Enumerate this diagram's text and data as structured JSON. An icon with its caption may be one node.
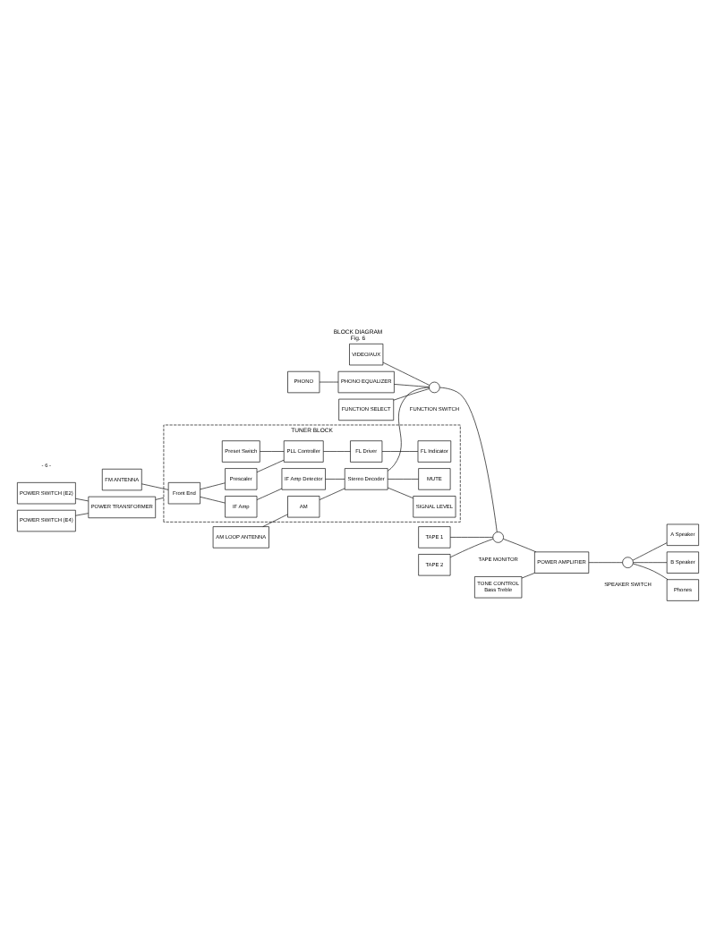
{
  "diagram": {
    "title": "BLOCK DIAGRAM",
    "caption": "Fig. 6",
    "nodes": [
      {
        "text": [
          "A Speaker"
        ]
      },
      {
        "text": [
          "B Speaker"
        ]
      },
      {
        "text": [
          "Phones"
        ]
      },
      {
        "text": [],
        "shape": "circle",
        "beside": [
          "SPEAKER SWITCH"
        ]
      },
      {
        "text": [
          "POWER AMPLIFIER"
        ]
      },
      {
        "text": [
          "TONE CONTROL",
          "Bass Treble"
        ]
      },
      {
        "text": [],
        "shape": "circle",
        "beside": [
          "TAPE MONITOR"
        ]
      },
      {
        "text": [],
        "shape": "circle",
        "beside": [
          "FUNCTION SWITCH"
        ]
      },
      {
        "text": [
          "PHONO EQUALIZER"
        ]
      },
      {
        "text": [
          "FUNCTION SELECT"
        ]
      },
      {
        "text": [
          "TAPE 1"
        ]
      },
      {
        "text": [
          "TAPE 2"
        ]
      },
      {
        "text": [
          "VIDEO/AUX"
        ]
      },
      {
        "text": [
          "PHONO"
        ]
      },
      {
        "text": [
          "TUNER BLOCK"
        ]
      },
      {
        "text": [
          "FM ANTENNA"
        ]
      },
      {
        "text": [
          "AM LOOP ANTENNA"
        ]
      },
      {
        "text": [
          "Front End"
        ],
        "in": 14
      },
      {
        "text": [
          "IF Amp"
        ],
        "in": 14
      },
      {
        "text": [
          "IF Amp Detector"
        ],
        "in": 14
      },
      {
        "text": [
          "Stereo Decoder"
        ],
        "in": 14
      },
      {
        "text": [
          "AM"
        ],
        "in": 14
      },
      {
        "text": [
          "PLL Controller"
        ],
        "in": 14
      },
      {
        "text": [
          "Prescaler"
        ],
        "in": 14
      },
      {
        "text": [
          "FL Driver"
        ],
        "in": 14
      },
      {
        "text": [
          "FL Indicator"
        ],
        "in": 14
      },
      {
        "text": [
          "MUTE"
        ],
        "in": 14
      },
      {
        "text": [
          "SIGNAL LEVEL"
        ],
        "in": 14
      },
      {
        "text": [
          "Preset Switch"
        ],
        "in": 14
      },
      {
        "text": [
          "POWER TRANSFORMER"
        ]
      },
      {
        "text": [
          "POWER SWITCH (E2)"
        ]
      },
      {
        "text": [
          "POWER SWITCH (E4)"
        ]
      }
    ],
    "edges": [
      {
        "from": 3,
        "to": 0,
        "arrow": "none"
      },
      {
        "from": 3,
        "to": 1,
        "arrow": "none"
      },
      {
        "from": 3,
        "to": 2,
        "arrow": "none"
      },
      {
        "from": 4,
        "to": 3,
        "arrow": "none"
      },
      {
        "from": 5,
        "to": 4,
        "arrow": "none"
      },
      {
        "from": 6,
        "to": 4,
        "arrow": "none"
      },
      {
        "from": 7,
        "to": 6,
        "arrow": "none"
      },
      {
        "from": 10,
        "to": 6,
        "arrow": "none"
      },
      {
        "from": 11,
        "to": 6,
        "arrow": "none"
      },
      {
        "from": 12,
        "to": 7,
        "arrow": "none"
      },
      {
        "from": 8,
        "to": 7,
        "arrow": "none"
      },
      {
        "from": 13,
        "to": 8,
        "arrow": "none"
      },
      {
        "from": 9,
        "to": 7,
        "arrow": "none"
      },
      {
        "from": 15,
        "to": 17,
        "arrow": "none"
      },
      {
        "from": 17,
        "to": 18,
        "arrow": "none"
      },
      {
        "from": 18,
        "to": 19,
        "arrow": "none"
      },
      {
        "from": 19,
        "to": 20,
        "arrow": "none"
      },
      {
        "from": 16,
        "to": 21,
        "arrow": "none"
      },
      {
        "from": 21,
        "to": 20,
        "arrow": "none"
      },
      {
        "from": 20,
        "to": 7,
        "arrow": "none"
      },
      {
        "from": 17,
        "to": 23,
        "arrow": "none"
      },
      {
        "from": 23,
        "to": 22,
        "arrow": "none"
      },
      {
        "from": 22,
        "to": 24,
        "arrow": "none"
      },
      {
        "from": 24,
        "to": 25,
        "arrow": "none"
      },
      {
        "from": 20,
        "to": 26,
        "arrow": "none"
      },
      {
        "from": 20,
        "to": 27,
        "arrow": "none"
      },
      {
        "from": 28,
        "to": 22,
        "arrow": "none"
      },
      {
        "from": 30,
        "to": 29,
        "arrow": "none"
      },
      {
        "from": 31,
        "to": 29,
        "arrow": "none"
      },
      {
        "from": 29,
        "to": 14,
        "arrow": "none"
      }
    ],
    "labels": [
      "- 6 -"
    ]
  }
}
